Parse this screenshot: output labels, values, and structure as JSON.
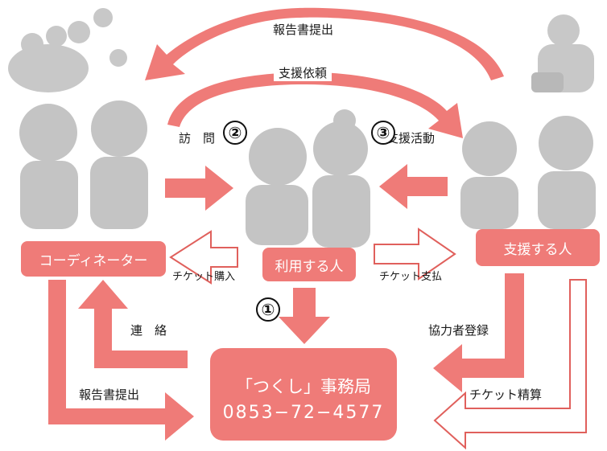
{
  "labels": {
    "report_top": "報告書提出",
    "support_request": "支援依頼",
    "visit": "訪　問",
    "support_activity": "支援活動",
    "ticket_purchase": "チケット購入",
    "ticket_payment": "チケット支払",
    "contact": "連　絡",
    "report_bottom": "報告書提出",
    "cooperator_registration": "協力者登録",
    "ticket_settlement": "チケット精算"
  },
  "nodes": {
    "coordinator": "コーディネーター",
    "user": "利用する人",
    "supporter": "支援する人",
    "office_name": "「つくし」事務局",
    "office_phone": "0853−72−4577"
  },
  "steps": {
    "one": "①",
    "two": "②",
    "three": "③"
  },
  "colors": {
    "accent": "#ef7b78",
    "outline": "#e0605c",
    "figure": "#bdbdbd"
  }
}
